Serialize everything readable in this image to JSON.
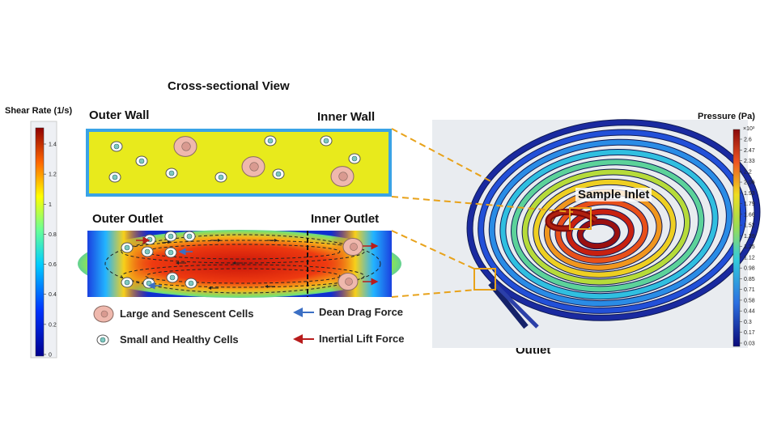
{
  "labels": {
    "cross_sectional_view": "Cross-sectional View",
    "outer_wall": "Outer Wall",
    "inner_wall": "Inner Wall",
    "outer_outlet": "Outer Outlet",
    "inner_outlet": "Inner Outlet",
    "sample_inlet": "Sample Inlet",
    "outlet": "Outlet"
  },
  "legend": {
    "large_cells": "Large and Senescent Cells",
    "small_cells": "Small and Healthy Cells",
    "dean_drag": "Dean Drag Force",
    "inertial_lift": "Inertial Lift Force"
  },
  "shear_scale": {
    "title": "Shear Rate (1/s)",
    "ticks": [
      "1.4",
      "1.2",
      "1",
      "0.8",
      "0.6",
      "0.4",
      "0.2",
      "0"
    ]
  },
  "pressure_scale": {
    "title": "Pressure (Pa)",
    "multiplier": "×10³",
    "ticks": [
      "2.6",
      "2.47",
      "2.33",
      "2.2",
      "2.06",
      "1.93",
      "1.79",
      "1.66",
      "1.52",
      "1.39",
      "1.25",
      "1.12",
      "0.98",
      "0.85",
      "0.71",
      "0.58",
      "0.44",
      "0.3",
      "0.17",
      "0.03"
    ]
  },
  "colors": {
    "channel_fill": "#e8ea1c",
    "channel_border": "#3aa3e6",
    "dashed_callout": "#e8a21a",
    "dean_arrow": "#3b6fc4",
    "lift_arrow": "#b81c1c",
    "large_cell": "#efb8ad",
    "small_cell": "#9fd6d0"
  }
}
